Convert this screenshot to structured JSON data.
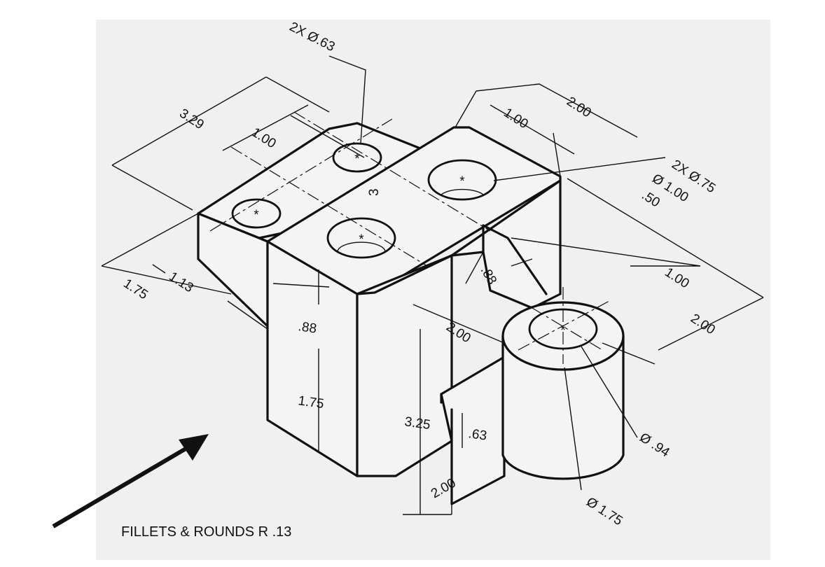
{
  "drawing": {
    "note": "FILLETS & ROUNDS R .13",
    "dimensions": {
      "hole_callout_small": "2X Ø.63",
      "overall_depth": "3.29",
      "hole_offset_a": "1.00",
      "right_width": "2.00",
      "right_offset": "1.00",
      "cbore_count_dia": "2X Ø.75",
      "cbore_dia": "Ø 1.00",
      "cbore_depth": ".50",
      "slot_mark": "3",
      "slot_width": ".88",
      "front_1_75": "1.75",
      "front_1_13": "1.13",
      "upper_height": ".88",
      "mid_height": "1.75",
      "total_height": "3.25",
      "step_height": ".63",
      "base_2_00": "2.00",
      "boss_offset": "2.00",
      "boss_inner_dia": "Ø .94",
      "boss_outer_dia": "Ø 1.75",
      "right_1_00": "1.00",
      "right_2_00": "2.00"
    }
  }
}
